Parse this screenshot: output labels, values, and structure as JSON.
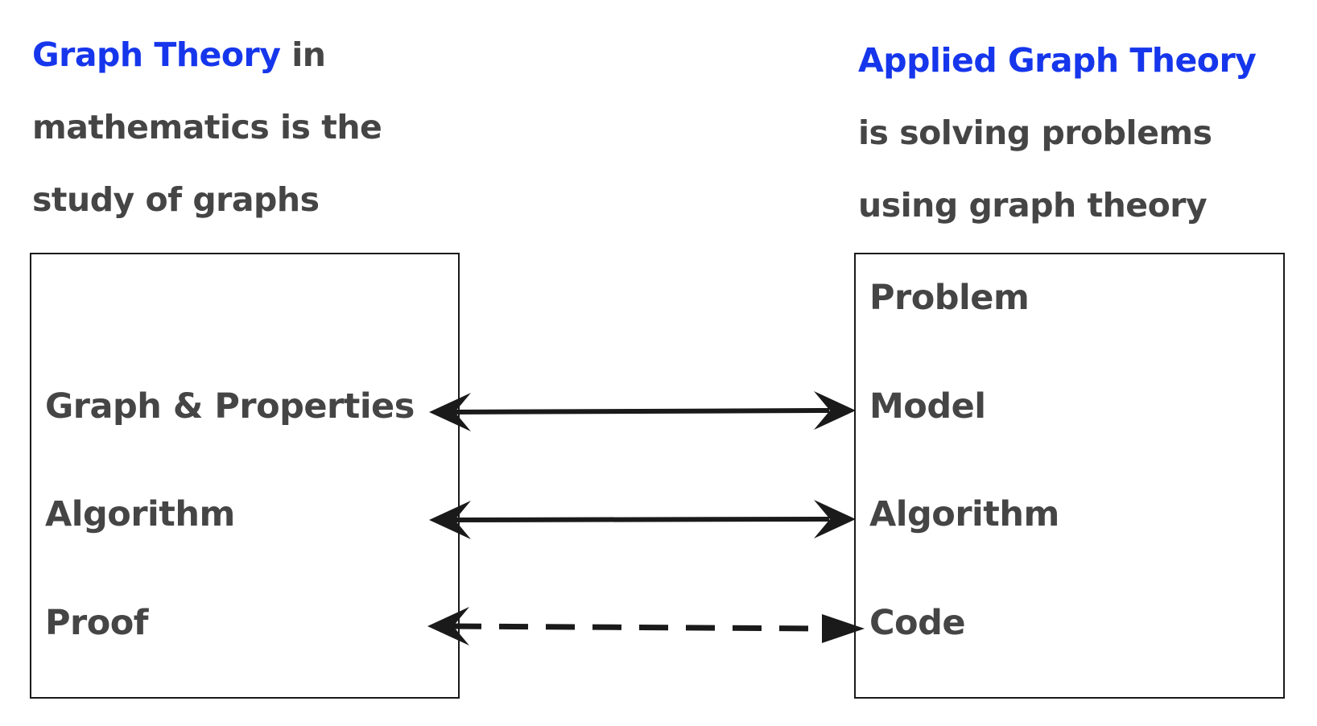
{
  "left": {
    "heading": {
      "accent": "Graph Theory",
      "rest1": " in",
      "line2": "mathematics is the",
      "line3": "study of graphs"
    },
    "items": [
      "Graph & Properties",
      "Algorithm",
      "Proof"
    ]
  },
  "right": {
    "heading": {
      "accent": "Applied Graph Theory",
      "line2": "is solving problems",
      "line3": "using graph theory"
    },
    "items": [
      "Problem",
      "Model",
      "Algorithm",
      "Code"
    ]
  },
  "colors": {
    "accent": "#1636ec",
    "text": "#454545",
    "line": "#1a1a1a"
  },
  "connections": [
    {
      "from": "Graph & Properties",
      "to": "Model",
      "style": "solid"
    },
    {
      "from": "Algorithm",
      "to": "Algorithm",
      "style": "solid"
    },
    {
      "from": "Proof",
      "to": "Code",
      "style": "dashed"
    }
  ]
}
